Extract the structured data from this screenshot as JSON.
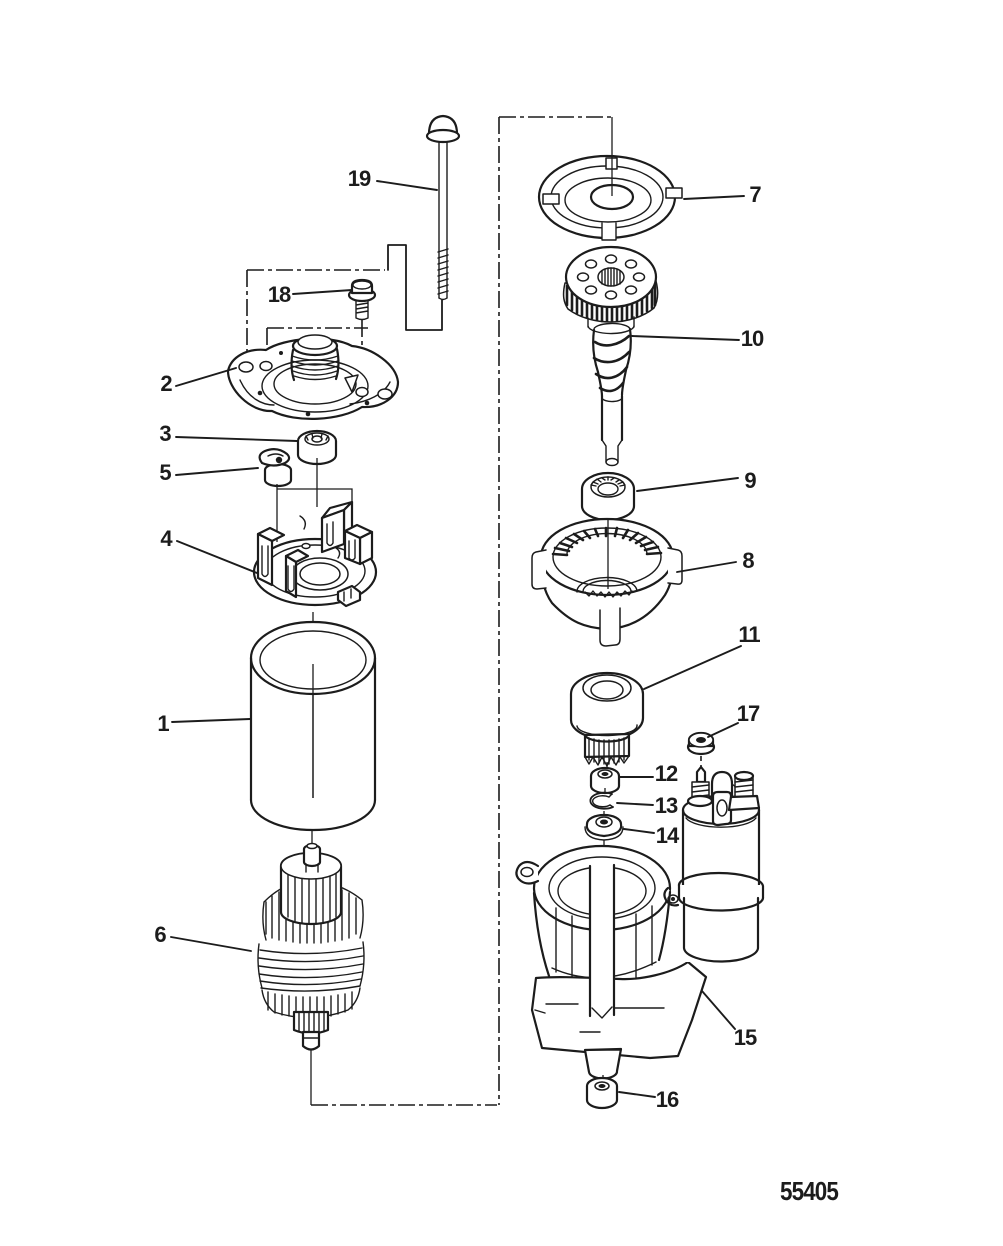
{
  "figure": {
    "drawing_number": "55405"
  },
  "colors": {
    "ink": "#1c1c1c",
    "paper": "#ffffff"
  },
  "callouts": {
    "p1": "1",
    "p2": "2",
    "p3": "3",
    "p4": "4",
    "p5": "5",
    "p6": "6",
    "p7": "7",
    "p8": "8",
    "p9": "9",
    "p10": "10",
    "p11": "11",
    "p12": "12",
    "p13": "13",
    "p14": "14",
    "p15": "15",
    "p16": "16",
    "p17": "17",
    "p18": "18",
    "p19": "19"
  }
}
